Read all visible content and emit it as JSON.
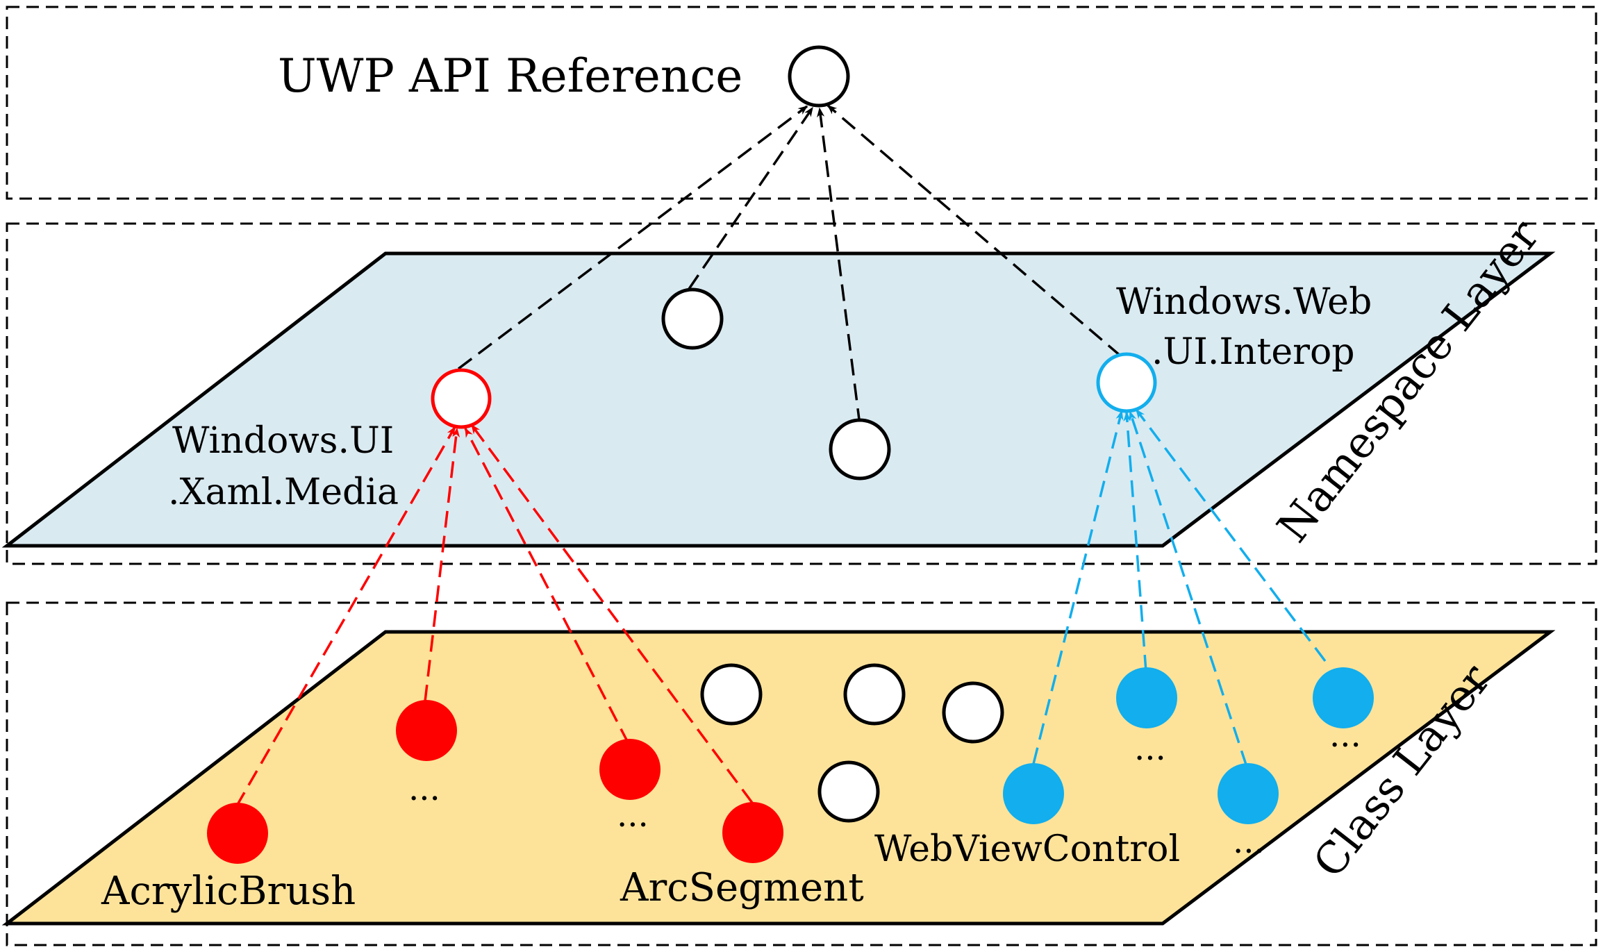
{
  "title": "UWP API Reference",
  "layers": {
    "namespace": {
      "label": "Namespace Layer",
      "fill": "#daeaf1"
    },
    "class": {
      "label": "Class Layer",
      "fill": "#fde39a"
    }
  },
  "namespaces": {
    "media": {
      "line1": "Windows.UI",
      "line2": ".Xaml.Media",
      "color": "#ff0000"
    },
    "web": {
      "line1": "Windows.Web",
      "line2": ".UI.Interop",
      "color": "#12aeed"
    }
  },
  "classes": {
    "acrylic": "AcrylicBrush",
    "arc": "ArcSegment",
    "webview": "WebViewControl"
  },
  "ellipsis": "..."
}
